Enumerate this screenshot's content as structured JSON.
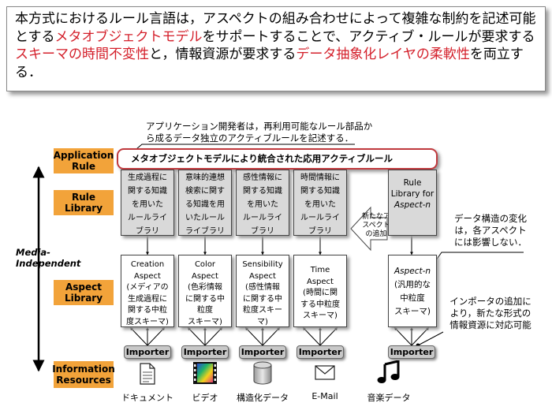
{
  "header": {
    "segments": [
      {
        "text": "本方式におけるルール言語は，アスペクトの組み合わせによって複雑な制約を記述可能とする",
        "highlight": false
      },
      {
        "text": "メタオブジェクトモデル",
        "highlight": true
      },
      {
        "text": "をサポートすることで、アクティブ・ルールが要求する",
        "highlight": false
      },
      {
        "text": "スキーマの時間不変性",
        "highlight": true
      },
      {
        "text": "と，情報資源が要求する",
        "highlight": false
      },
      {
        "text": "データ抽象化レイヤの柔軟性",
        "highlight": true
      },
      {
        "text": "を両立する．",
        "highlight": false
      }
    ]
  },
  "callouts": {
    "top_line1": "アプリケーション開発者は，再利用可能なルール部品か",
    "top_line2": "ら成るデータ独立のアクティブルールを記述する．",
    "schema_line1": "データ構造の変化",
    "schema_line2": "は，各アスペクト",
    "schema_line3": "には影響しない．",
    "importer_line1": "インポータの追加に",
    "importer_line2": "より，新たな形式の",
    "importer_line3": "情報資源に対応可能",
    "new_aspect_line1": "新たなア",
    "new_aspect_line2": "スペクト",
    "new_aspect_line3": "の追加"
  },
  "layers": {
    "application_rule_line1": "Application",
    "application_rule_line2": "Rule",
    "rule_library_line1": "Rule",
    "rule_library_line2": "Library",
    "aspect_library_line1": "Aspect",
    "aspect_library_line2": "Library",
    "information_resources_line1": "Information",
    "information_resources_line2": "Resources"
  },
  "media_independent": "Media-Independent",
  "application_rule_bar": "メタオブジェクトモデルにより統合された応用アクティブルール",
  "rule_libraries": [
    {
      "lines": [
        "生成過程に",
        "関する知識",
        "を用いた",
        "ルールライ",
        "ブラリ"
      ]
    },
    {
      "lines": [
        "意味的連想",
        "検索に関す",
        "る知識を用",
        "いたルール",
        "ライブラリ"
      ]
    },
    {
      "lines": [
        "感性情報に",
        "関する知識",
        "を用いた",
        "ルールライ",
        "ブラリ"
      ]
    },
    {
      "lines": [
        "時間情報に",
        "関する知識",
        "を用いた",
        "ルールライ",
        "ブラリ"
      ]
    },
    {
      "lines": [
        "Rule",
        "Library for",
        "Aspect-n"
      ]
    }
  ],
  "aspects": [
    {
      "lines": [
        "Creation",
        "Aspect",
        "(メディアの",
        "生成過程に",
        "関する中粒",
        "度スキーマ)"
      ]
    },
    {
      "lines": [
        "Color",
        "Aspect",
        "(色彩情報",
        "に関する中",
        "粒度",
        "スキーマ)"
      ]
    },
    {
      "lines": [
        "Sensibility",
        "Aspect",
        "(感性情報",
        "に関する中",
        "粒度スキー",
        "マ)"
      ]
    },
    {
      "lines": [
        "Time",
        "Aspect",
        "(時間に関",
        "する中粒度",
        "スキーマ)"
      ]
    },
    {
      "lines": [
        "Aspect-n",
        "(汎用的な",
        "中粒度",
        "スキーマ)"
      ]
    }
  ],
  "importer_label": "Importer",
  "resources": [
    {
      "label": "ドキュメント",
      "icon": "document-icon"
    },
    {
      "label": "ビデオ",
      "icon": "video-icon"
    },
    {
      "label": "構造化データ",
      "icon": "database-icon"
    },
    {
      "label": "E-Mail",
      "icon": "envelope-icon"
    },
    {
      "label": "音楽データ",
      "icon": "music-note-icon"
    }
  ],
  "colors": {
    "highlight": "#d4202b",
    "layer_label": "#f2a33a",
    "rule_bar_border": "#c0393d",
    "library_fill": "#d9d9d9",
    "importer_fill": "#c8c8c8"
  }
}
